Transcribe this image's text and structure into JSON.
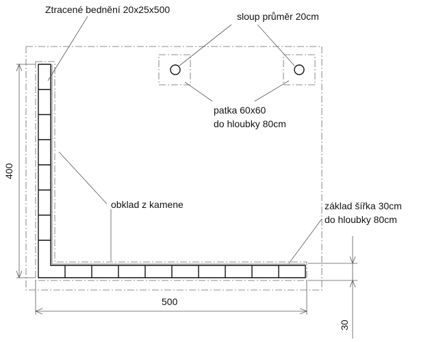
{
  "labels": {
    "formwork": "Ztracené bednění 20x25x500",
    "pillar": "sloup průměr 20cm",
    "footing_line1": "patka 60x60",
    "footing_line2": "do hloubky 80cm",
    "stone_cladding": "obklad z kamene",
    "foundation_line1": "základ šířka 30cm",
    "foundation_line2": "do hloubky 80cm"
  },
  "dimensions": {
    "height": "400",
    "width": "500",
    "foundation_thickness": "30"
  },
  "blocks": {
    "vertical_count": 8,
    "horizontal_count": 10
  }
}
